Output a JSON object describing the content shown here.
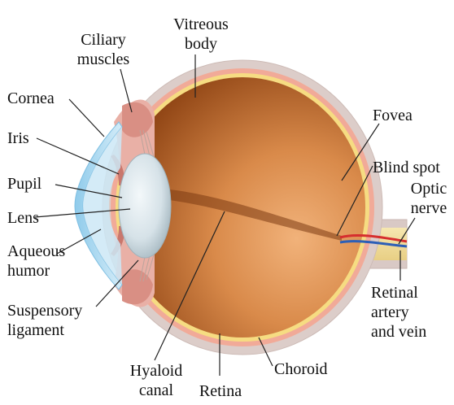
{
  "colors": {
    "sclera": "#d9c9c5",
    "sclera_edge": "#c9b7b2",
    "choroid": "#f2a797",
    "retina": "#f5d77a",
    "vitreous": "#9a4a17",
    "vitreous_light": "#e29a58",
    "lens": "#d6e2e8",
    "cornea": "#a9d6ef",
    "optic_nerve": "#f3e2a2",
    "artery": "#d62e2e",
    "vein": "#2c5fb7",
    "leader": "#222222"
  },
  "labels": {
    "vitreous_body": "Vitreous\nbody",
    "ciliary_muscles": "Ciliary\nmuscles",
    "cornea": "Cornea",
    "iris": "Iris",
    "pupil": "Pupil",
    "lens": "Lens",
    "aqueous_humor": "Aqueous\nhumor",
    "suspensory_ligament": "Suspensory\nligament",
    "hyaloid_canal": "Hyaloid\ncanal",
    "retina": "Retina",
    "choroid": "Choroid",
    "fovea": "Fovea",
    "blind_spot": "Blind spot",
    "optic_nerve": "Optic\nnerve",
    "retinal_artery_vein": "Retinal\nartery\nand vein"
  }
}
